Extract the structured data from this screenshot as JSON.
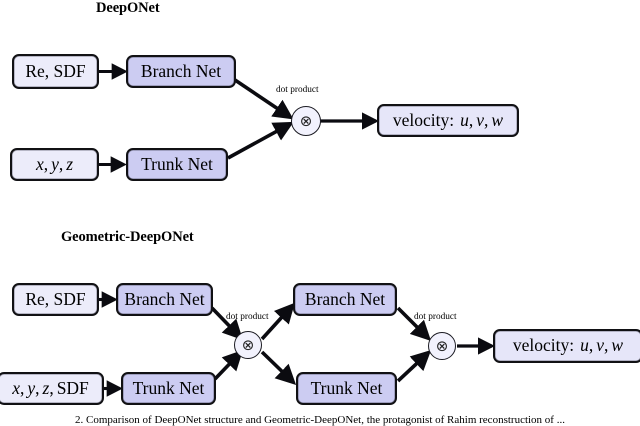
{
  "figure": {
    "top_diagram": {
      "title": "DeepONet",
      "nodes": {
        "input_branch": "Re, SDF",
        "branch_net": "Branch Net",
        "input_trunk_x": "x",
        "input_trunk_y": "y",
        "input_trunk_z": "z",
        "trunk_net": "Trunk Net",
        "dot_product_label": "dot product",
        "dot_product_symbol": "⊗",
        "output_prefix": "velocity:",
        "output_u": "u",
        "output_v": "v",
        "output_w": "w"
      }
    },
    "bottom_diagram": {
      "title": "Geometric-DeepONet",
      "nodes": {
        "input_branch": "Re, SDF",
        "branch_net_1": "Branch Net",
        "input_trunk_x": "x",
        "input_trunk_y": "y",
        "input_trunk_z": "z",
        "input_trunk_sdf": "SDF",
        "trunk_net_1": "Trunk Net",
        "dot_product_label_1": "dot product",
        "dot_product_symbol_1": "⊗",
        "branch_net_2": "Branch Net",
        "trunk_net_2": "Trunk Net",
        "dot_product_label_2": "dot product",
        "dot_product_symbol_2": "⊗",
        "output_prefix": "velocity:",
        "output_u": "u",
        "output_v": "v",
        "output_w": "w"
      }
    },
    "caption": "2. Comparison of DeepONet structure and Geometric-DeepONet, the protagonist of Rahim reconstruction of ...",
    "colors": {
      "io_box_fill": "#ececfa",
      "net_box_fill": "#ccccf2",
      "output_box_fill": "#e6e6f9",
      "circle_fill": "#f2f2fd",
      "stroke": "#111114"
    }
  }
}
